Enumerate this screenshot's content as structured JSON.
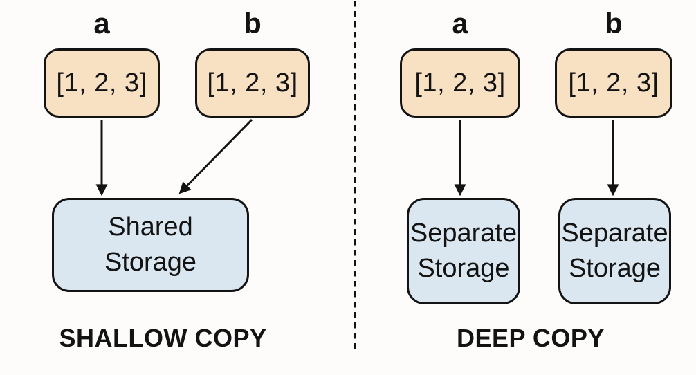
{
  "colors": {
    "background": "#FDFCFA",
    "variable_fill": "#F8E1C3",
    "storage_fill": "#DBE7F0",
    "line": "#131313",
    "text": "#131313"
  },
  "shallow": {
    "title": "SHALLOW COPY",
    "a_label": "a",
    "a_value": "[1, 2, 3]",
    "b_label": "b",
    "b_value": "[1, 2, 3]",
    "storage_line1": "Shared",
    "storage_line2": "Storage"
  },
  "deep": {
    "title": "DEEP COPY",
    "a_label": "a",
    "a_value": "[1, 2, 3]",
    "b_label": "b",
    "b_value": "[1, 2, 3]",
    "storage_a_line1": "Separate",
    "storage_a_line2": "Storage",
    "storage_b_line1": "Separate",
    "storage_b_line2": "Storage"
  }
}
